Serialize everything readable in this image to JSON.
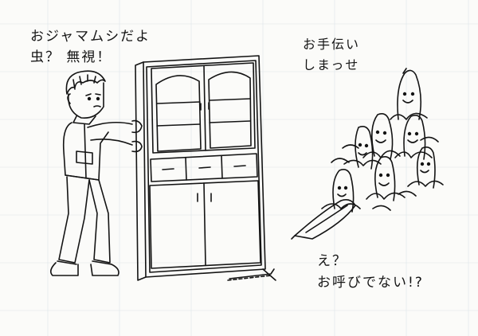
{
  "speech": {
    "man_line1": "おジャマムシだよ",
    "man_line2": "虫？ 無視！",
    "bananas_line1": "お手伝い",
    "bananas_line2": "しまっせ",
    "reply_line1": "え？",
    "reply_line2": "お呼びでない!?"
  },
  "colors": {
    "ink": "#141414",
    "paper": "#fbfbf9",
    "grid": "#d6dde3"
  }
}
